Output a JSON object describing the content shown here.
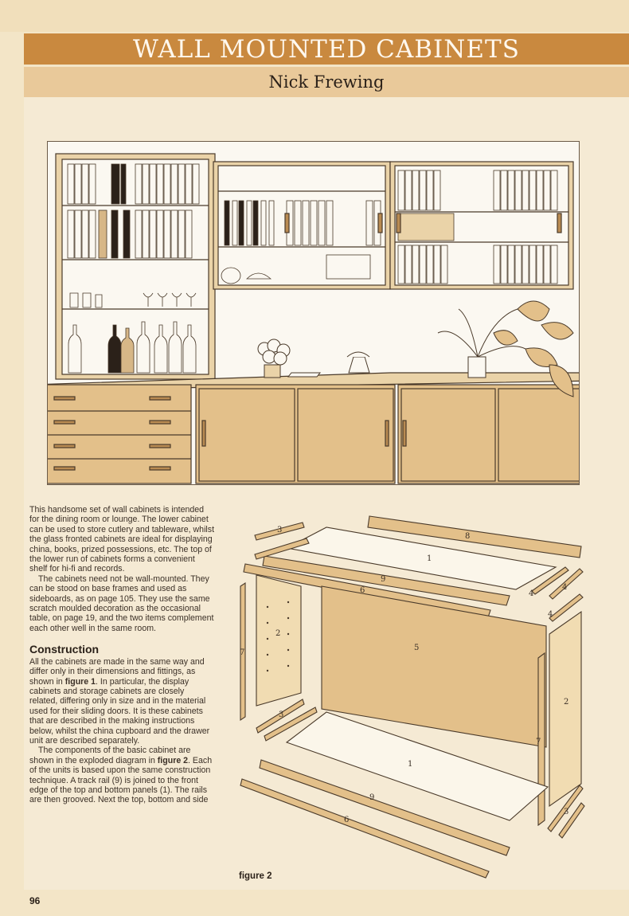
{
  "article": {
    "title": "WALL MOUNTED CABINETS",
    "author": "Nick Frewing"
  },
  "body": {
    "para1": "This handsome set of wall cabinets is intended for the dining room or lounge. The lower cabinet can be used to store cutlery and tableware, whilst the glass fronted cabinets are ideal for displaying china, books, prized possessions, etc. The top of the lower run of cabinets forms a convenient shelf for hi-fi and records.",
    "para2": "The cabinets need not be wall-mounted. They can be stood on base frames and used as sideboards, as on page 105. They use the same scratch moulded decoration as the occasional table, on page 19, and the two items complement each other well in the same room.",
    "heading": "Construction",
    "para3_a": "All the cabinets are made in the same way and differ only in their dimensions and fittings, as shown in ",
    "para3_ref": "figure 1",
    "para3_b": ". In particular, the display cabinets and storage cabinets are closely related, differing only in size and in the material used for their sliding doors. It is these cabinets that are described in the making instructions below, whilst the china cupboard and the drawer unit are described separately.",
    "para4_a": "The components of the basic cabinet are shown in the exploded diagram in ",
    "para4_ref": "figure 2",
    "para4_b": ". Each of the units is based upon the same construction technique. A track rail (9) is joined to the front edge of the top and bottom panels (1). The rails are then grooved. Next the top, bottom and side"
  },
  "figure": {
    "caption": "figure 2",
    "part_labels": {
      "p1": "1",
      "p2": "2",
      "p3": "3",
      "p4": "4",
      "p5": "5",
      "p6": "6",
      "p7": "7",
      "p8": "8",
      "p9": "9"
    }
  },
  "footer": {
    "page_number": "96"
  },
  "colors": {
    "title_bar": "#c9893f",
    "byline_bar": "#e9c99a",
    "page": "#f3e5c7",
    "wood": "#e3c08a"
  }
}
